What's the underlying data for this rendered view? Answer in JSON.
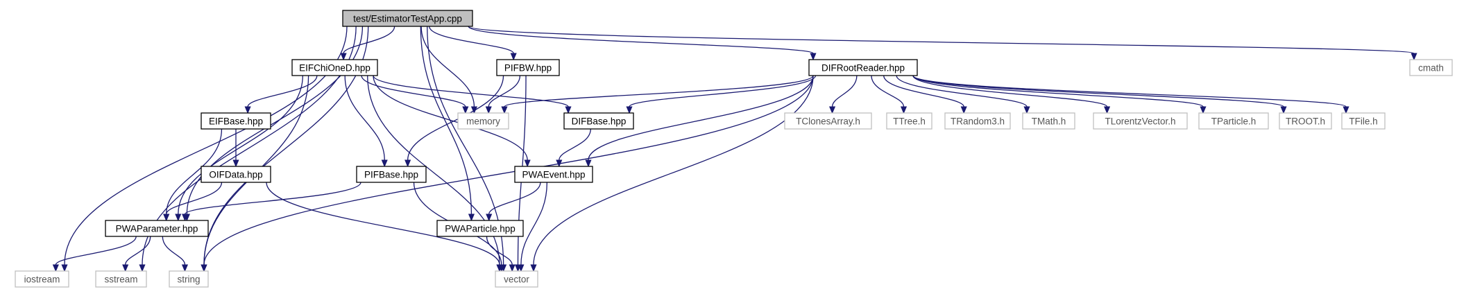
{
  "diagram": {
    "type": "include-dependency-graph",
    "colors": {
      "edge": "#191970",
      "root_fill": "#bfbfbf",
      "internal_border": "#000000",
      "external_border": "#bfbfbf",
      "external_text": "#555555"
    },
    "nodes": [
      {
        "id": "root",
        "label": "test/EstimatorTestApp.cpp",
        "kind": "root"
      },
      {
        "id": "eifchi",
        "label": "EIFChiOneD.hpp",
        "kind": "internal"
      },
      {
        "id": "pifbw",
        "label": "PIFBW.hpp",
        "kind": "internal"
      },
      {
        "id": "difroot",
        "label": "DIFRootReader.hpp",
        "kind": "internal"
      },
      {
        "id": "cmath",
        "label": "cmath",
        "kind": "external"
      },
      {
        "id": "eifbase",
        "label": "EIFBase.hpp",
        "kind": "internal"
      },
      {
        "id": "memory",
        "label": "memory",
        "kind": "external"
      },
      {
        "id": "difbase",
        "label": "DIFBase.hpp",
        "kind": "internal"
      },
      {
        "id": "tclones",
        "label": "TClonesArray.h",
        "kind": "external"
      },
      {
        "id": "ttree",
        "label": "TTree.h",
        "kind": "external"
      },
      {
        "id": "trandom",
        "label": "TRandom3.h",
        "kind": "external"
      },
      {
        "id": "tmath",
        "label": "TMath.h",
        "kind": "external"
      },
      {
        "id": "tlorentz",
        "label": "TLorentzVector.h",
        "kind": "external"
      },
      {
        "id": "tparticle",
        "label": "TParticle.h",
        "kind": "external"
      },
      {
        "id": "troot",
        "label": "TROOT.h",
        "kind": "external"
      },
      {
        "id": "tfile",
        "label": "TFile.h",
        "kind": "external"
      },
      {
        "id": "oifdata",
        "label": "OIFData.hpp",
        "kind": "internal"
      },
      {
        "id": "pifbase",
        "label": "PIFBase.hpp",
        "kind": "internal"
      },
      {
        "id": "pwaevent",
        "label": "PWAEvent.hpp",
        "kind": "internal"
      },
      {
        "id": "pwaparam",
        "label": "PWAParameter.hpp",
        "kind": "internal"
      },
      {
        "id": "pwapart",
        "label": "PWAParticle.hpp",
        "kind": "internal"
      },
      {
        "id": "iostream",
        "label": "iostream",
        "kind": "external"
      },
      {
        "id": "sstream",
        "label": "sstream",
        "kind": "external"
      },
      {
        "id": "string",
        "label": "string",
        "kind": "external"
      },
      {
        "id": "vector",
        "label": "vector",
        "kind": "external"
      }
    ],
    "edges": [
      {
        "from": "root",
        "to": "eifchi"
      },
      {
        "from": "root",
        "to": "pifbw"
      },
      {
        "from": "root",
        "to": "difroot"
      },
      {
        "from": "root",
        "to": "cmath"
      },
      {
        "from": "root",
        "to": "memory"
      },
      {
        "from": "root",
        "to": "pwaparam"
      },
      {
        "from": "root",
        "to": "pwapart"
      },
      {
        "from": "root",
        "to": "iostream"
      },
      {
        "from": "root",
        "to": "sstream"
      },
      {
        "from": "root",
        "to": "string"
      },
      {
        "from": "root",
        "to": "vector"
      },
      {
        "from": "eifchi",
        "to": "eifbase"
      },
      {
        "from": "eifchi",
        "to": "memory"
      },
      {
        "from": "eifchi",
        "to": "difbase"
      },
      {
        "from": "eifchi",
        "to": "pifbase"
      },
      {
        "from": "eifchi",
        "to": "pwaevent"
      },
      {
        "from": "eifchi",
        "to": "pwaparam"
      },
      {
        "from": "eifchi",
        "to": "string"
      },
      {
        "from": "eifchi",
        "to": "vector"
      },
      {
        "from": "pifbw",
        "to": "memory"
      },
      {
        "from": "pifbw",
        "to": "pifbase"
      },
      {
        "from": "pifbw",
        "to": "vector"
      },
      {
        "from": "difroot",
        "to": "memory"
      },
      {
        "from": "difroot",
        "to": "difbase"
      },
      {
        "from": "difroot",
        "to": "tclones"
      },
      {
        "from": "difroot",
        "to": "ttree"
      },
      {
        "from": "difroot",
        "to": "trandom"
      },
      {
        "from": "difroot",
        "to": "tmath"
      },
      {
        "from": "difroot",
        "to": "tlorentz"
      },
      {
        "from": "difroot",
        "to": "tparticle"
      },
      {
        "from": "difroot",
        "to": "troot"
      },
      {
        "from": "difroot",
        "to": "tfile"
      },
      {
        "from": "difroot",
        "to": "pwaevent"
      },
      {
        "from": "difroot",
        "to": "string"
      },
      {
        "from": "difroot",
        "to": "vector"
      },
      {
        "from": "eifbase",
        "to": "oifdata"
      },
      {
        "from": "eifbase",
        "to": "pwaparam"
      },
      {
        "from": "oifdata",
        "to": "pwaparam"
      },
      {
        "from": "oifdata",
        "to": "vector"
      },
      {
        "from": "difbase",
        "to": "pwaevent"
      },
      {
        "from": "pifbase",
        "to": "pwaparam"
      },
      {
        "from": "pifbase",
        "to": "vector"
      },
      {
        "from": "pwaevent",
        "to": "pwapart"
      },
      {
        "from": "pwaevent",
        "to": "vector"
      },
      {
        "from": "pwaparam",
        "to": "iostream"
      },
      {
        "from": "pwaparam",
        "to": "sstream"
      },
      {
        "from": "pwaparam",
        "to": "string"
      },
      {
        "from": "pwapart",
        "to": "vector"
      }
    ]
  }
}
